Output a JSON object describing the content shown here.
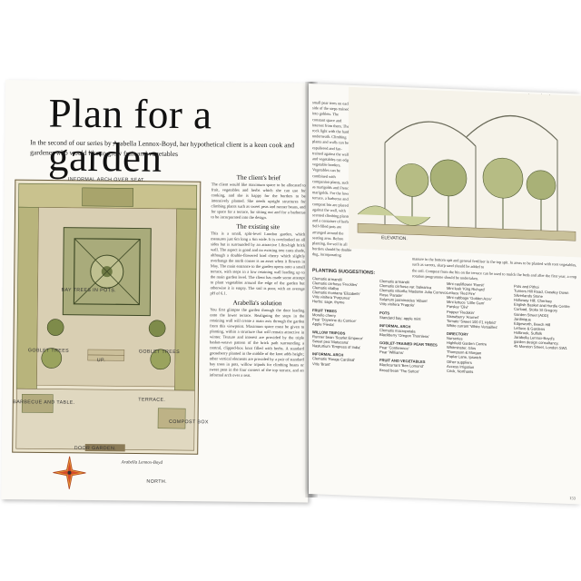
{
  "left_page": {
    "title": "Plan for a garden",
    "intro": "In the second of our series by Arabella Lennox-Boyd, her hypothetical client is a keen cook and gardener who would like to grow fruit and vegetables",
    "plan_labels": {
      "top": "INFORMAL ARCH OVER SEAT.",
      "bay_trees": "BAY TREES IN POTS.",
      "left_mid": "UP.",
      "barbecue": "BARBECUE AND TABLE.",
      "terrace": "TERRACE.",
      "compost": "COMPOST BOX",
      "door": "DOOR GARDEN.",
      "north": "NORTH.",
      "goblet_left": "GOBLET TREES",
      "goblet_right": "GOBLET TREES"
    },
    "signature": "Arabella Lennox-Boyd",
    "sections": [
      {
        "heading": "The client's brief",
        "body": "The client would like maximum space to be allocated to fruit, vegetables and herbs which she can use for cooking, and she is happy for the borders to be intensively planted. She needs upright structures for climbing plants such as sweet peas and runner beans, and for space for a terrace, for sitting out and for a barbecue to be incorporated into the design."
      },
      {
        "heading": "The existing site",
        "body": "This is a small, split-level London garden, which measures just 6m long x 6m wide. It is overlooked on all sides but is surrounded by an attractive 1.8m-high brick wall. The aspect is good and no existing tree casts shade, although a double-flowered bird cherry which slightly overhangs the north corner is an asset when it flowers in May. The main entrance to the garden opens onto a small terrace, with steps in a low retaining wall leading up to the main garden level. The client has made some attempt to plant vegetables around the edge of the garden but otherwise it is empty. The soil is poor, with an average pH of 6.1."
      },
      {
        "heading": "Arabella's solution",
        "body": "You first glimpse the garden through the door leading onto the lower terrace. Realigning the steps in the retaining wall will create a main axis through the garden from this viewpoint. Maximum space must be given to planting, within a structure that will remain attractive in winter. Texture and interest are provided by the triple basket-weave pattern of the brick path surrounding a central, clipped-box knot filled with herbs. A standard gooseberry planted in the middle of the knot adds height; other vertical elements are provided by a pair of standard bay trees in pots, willow tripods for climbing beans or sweet peas in the four corners of the top terrace, and an informal arch over a seat."
      }
    ]
  },
  "right_page": {
    "header": "Garden design",
    "elevation_label": "ELEVATION.",
    "fragment": "small pear trees on each side of the steps trained into goblets. The constant space and interest from them. The rock light with the hardy underneath. Climbing plants and walls can be espaliered and fan-trained against the walls, and vegetables can edge vegetable borders. Vegetables can be combined with companion plants, such as marigolds and French marigolds. For the lower terrace, a barbecue and compost bin are placed against the wall, with scented climbing plants and a container of herbs. Self-filled pots are arranged around the seating area. Before planting, the soil in all borders should be double dug, incorporating",
    "bottom_text": [
      "manure in the bottom spit and general fertiliser in the top spit. In areas to be planted with root vegetables, such as carrots, sharp sand should be added to",
      "the soil. Compost from the bin on the terrace can be used to mulch the beds and after the first year, a crop rotation programme should be undertaken."
    ],
    "suggestions_heading": "PLANTING SUGGESTIONS:",
    "columns": [
      {
        "items": [
          "Clematis armandii",
          "Clematis cirrhosa 'Freckles'",
          "Clematis vitalba",
          "Clematis montana 'Elizabeth'",
          "Vitis vinifera 'Purpurea'",
          "Herbs: sage, thyme",
          "FRUIT TREES",
          "Morello cherry",
          "Pear 'Doyenne du Comice'",
          "Apple 'Fiesta'",
          "WILLOW TRIPODS",
          "Runner bean 'Scarlet Emperor'",
          "Sweet pea 'Matucana'",
          "Nasturtium 'Empress of India'",
          "INFORMAL ARCH",
          "Clematis 'Rouge Cardinal'",
          "Vitis 'Brant'"
        ]
      },
      {
        "items": [
          "Clematis armandii",
          "Clematis cirrhosa var. balearica",
          "Clematis viticella 'Madame Julia Correvon'",
          "Rosa 'Parade'",
          "Solanum jasminoides 'Album'",
          "Vitis vinifera 'Fragola'",
          "POTS",
          "Standard bay; apple mint",
          "INFORMAL ARCH",
          "Clematis macropetala",
          "Blackberry 'Oregon Thornless'",
          "GOBLET-TRAINED PEAR TREES",
          "Pear 'Conference'",
          "Pear 'Williams'",
          "FRUIT AND VEGETABLES",
          "Blackcurrant 'Ben Lomond'",
          "Broad bean 'The Sutton'"
        ]
      },
      {
        "items": [
          "Mini cauliflower 'Romit'",
          "Mini leek 'King Richard'",
          "Lettuce 'Red Fire'",
          "Mini cabbage 'Golden Acre'",
          "Mini lettuce 'Little Gem'",
          "Parsley 'Clivi'",
          "Pepper 'Redskin'",
          "Strawberry 'Aromel'",
          "Tomato 'Sweet 100 F1 Hybrid'",
          "White currant 'White Versailles'",
          "DIRECTORY",
          "Nurseries",
          "Highfield Garden Centre",
          "Whitminster, Glos",
          "Thompson & Morgan",
          "Poplar Lane, Ipswich",
          "Other suppliers",
          "Access Irrigation",
          "Crick, Northants"
        ]
      },
      {
        "items": [
          "Pots and Pithoi",
          "Turners Hill Road, Crawley Down",
          "Silverlands Stone",
          "Holloway Hill, Chertsey",
          "English Basket and Hurdle Centre",
          "Curload, Stoke St Gregory",
          "Garden Street (ADD)",
          "Jardinique",
          "Edgeworth, Beech Hill",
          "Lettuce & Gardens",
          "Holbrook, Suffolk",
          "Jarabella Lennox-Boyd's",
          "garden design consultancy,",
          "45 Moreton Street, London SW1"
        ]
      }
    ],
    "page_number": "153"
  }
}
